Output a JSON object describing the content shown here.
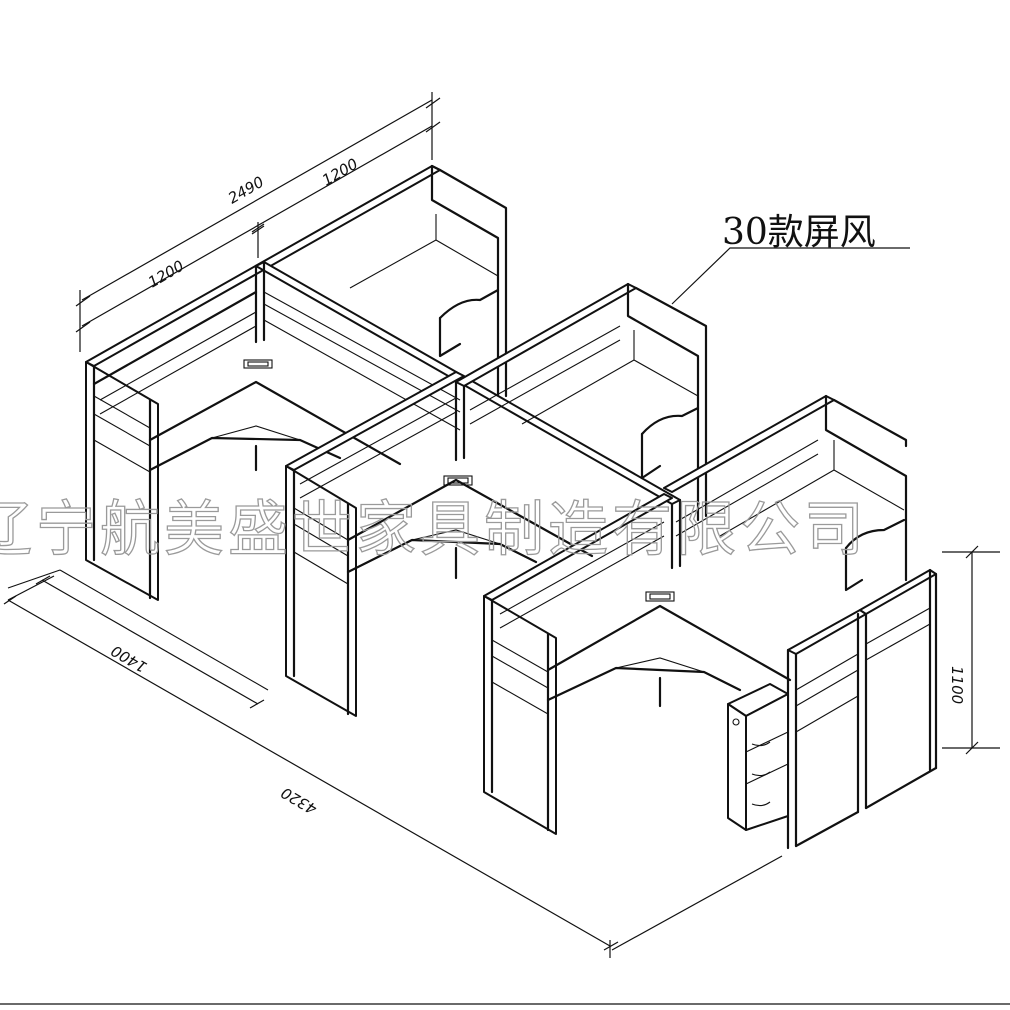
{
  "diagram": {
    "title": "30款屏风",
    "watermark": "辽宁航美盛世家具制造有限公司",
    "dimensions": {
      "top_total": "2490",
      "top_left": "1200",
      "top_right": "1200",
      "depth": "1400",
      "length": "4320",
      "height": "1100"
    },
    "colors": {
      "line": "#111111",
      "watermark": "#9a9a9a",
      "background": "#ffffff"
    }
  }
}
